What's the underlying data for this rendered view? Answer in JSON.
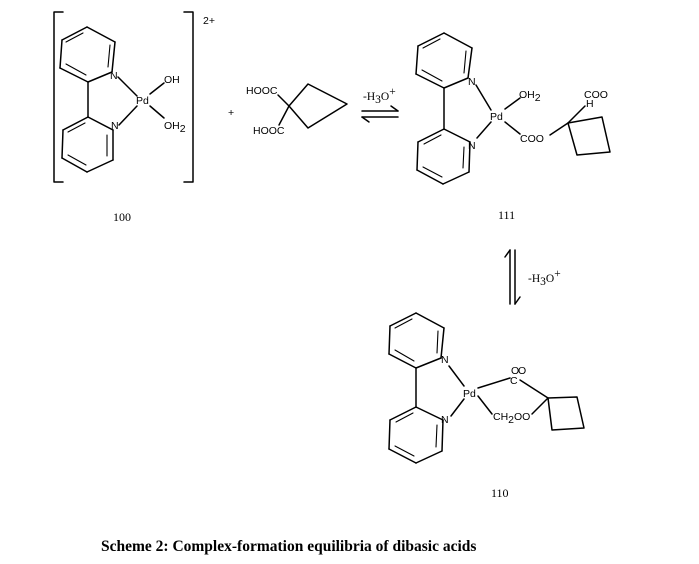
{
  "compound_100": {
    "number": "100",
    "charge": "2+",
    "metal": "Pd",
    "n_top": "N",
    "n_bottom": "N",
    "ligand_oh": "OH",
    "ligand_oh2": "OH",
    "ligand_oh2_sub": "2"
  },
  "plus_sign": "+",
  "diacid": {
    "cooh_top": "HOOC",
    "cooh_bottom": "HOOC"
  },
  "step1_condition": {
    "prefix": "-H",
    "sub": "3",
    "mid": "O",
    "sup": "+"
  },
  "compound_111": {
    "number": "111",
    "metal": "Pd",
    "n_top": "N",
    "n_bottom": "N",
    "aqua": "OH",
    "aqua_sub": "2",
    "carboxylate": "COO",
    "free_acid": "COO",
    "free_acid_h": "H"
  },
  "step2_condition": {
    "prefix": "-H",
    "sub": "3",
    "mid": "O",
    "sup": "+"
  },
  "compound_110": {
    "number": "110",
    "metal": "Pd",
    "n_top": "N",
    "n_bottom": "N",
    "carbonyl_o": "O",
    "carbonyl_o2": "O",
    "carbonyl_c": "C",
    "ch2oo_prefix": "CH",
    "ch2oo_sub": "2",
    "ch2oo_suffix": "OO"
  },
  "caption": "Scheme 2: Complex-formation equilibria of dibasic acids"
}
